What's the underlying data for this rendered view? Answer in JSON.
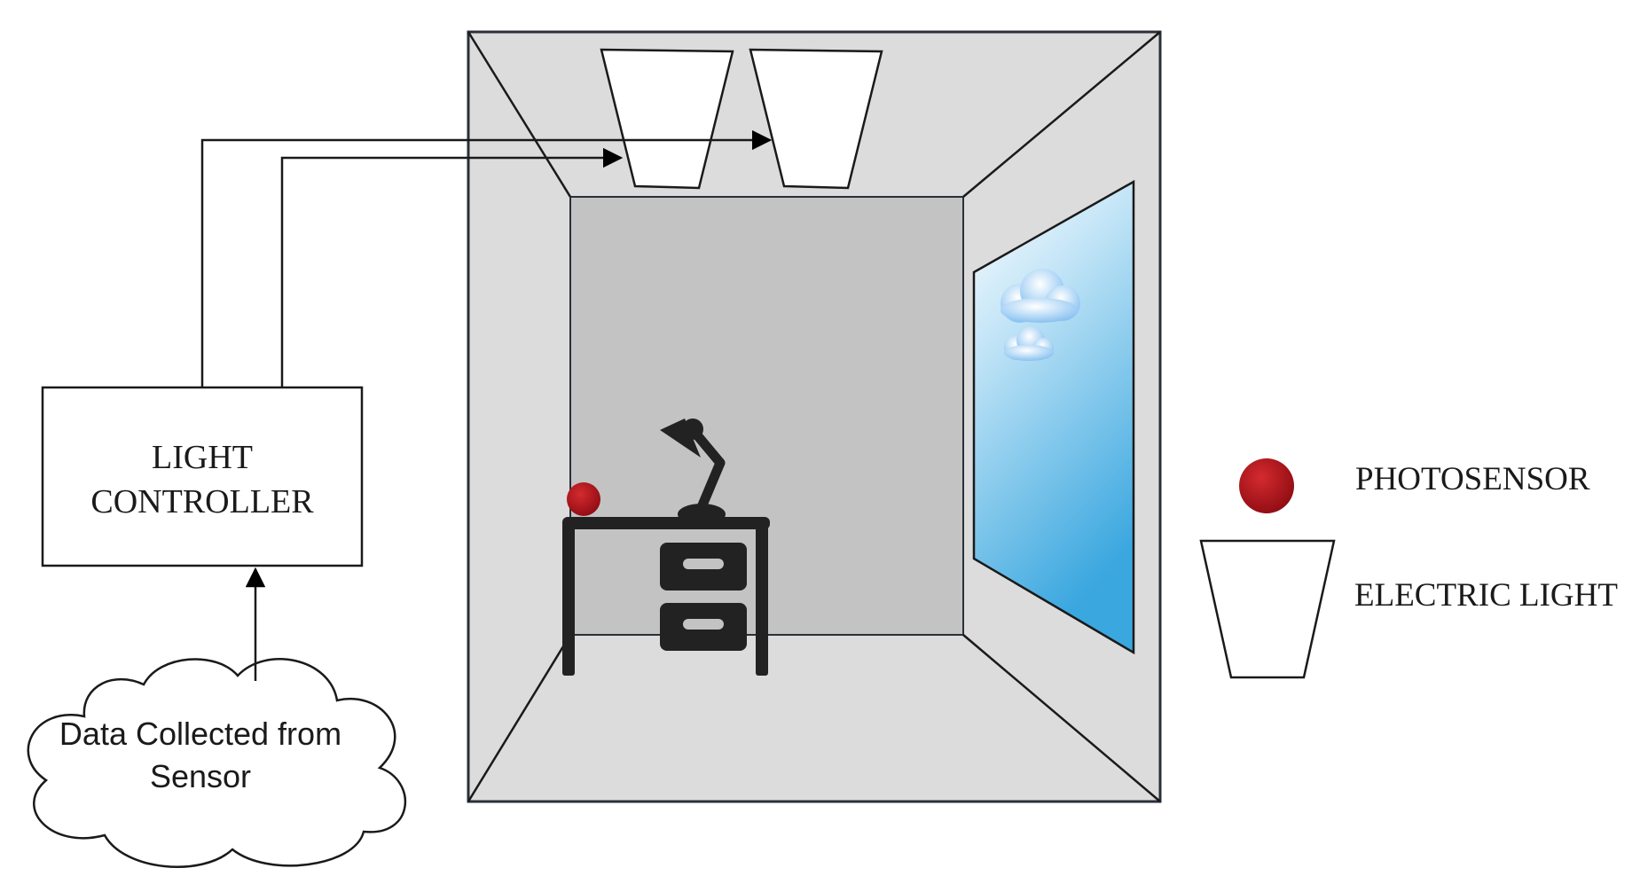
{
  "controller": {
    "line1": "LIGHT",
    "line2": "CONTROLLER"
  },
  "cloud": {
    "line1": "Data Collected from",
    "line2": "Sensor"
  },
  "legend": {
    "photosensor_label": "PHOTOSENSOR",
    "light_label": "ELECTRIC LIGHT"
  },
  "colors": {
    "room_wall": "#dcdcdc",
    "room_back_wall": "#c3c3c3",
    "photosensor": "#b5121b",
    "window_top": "#ffffff",
    "window_bottom": "#39a8e0",
    "furniture": "#222222"
  }
}
